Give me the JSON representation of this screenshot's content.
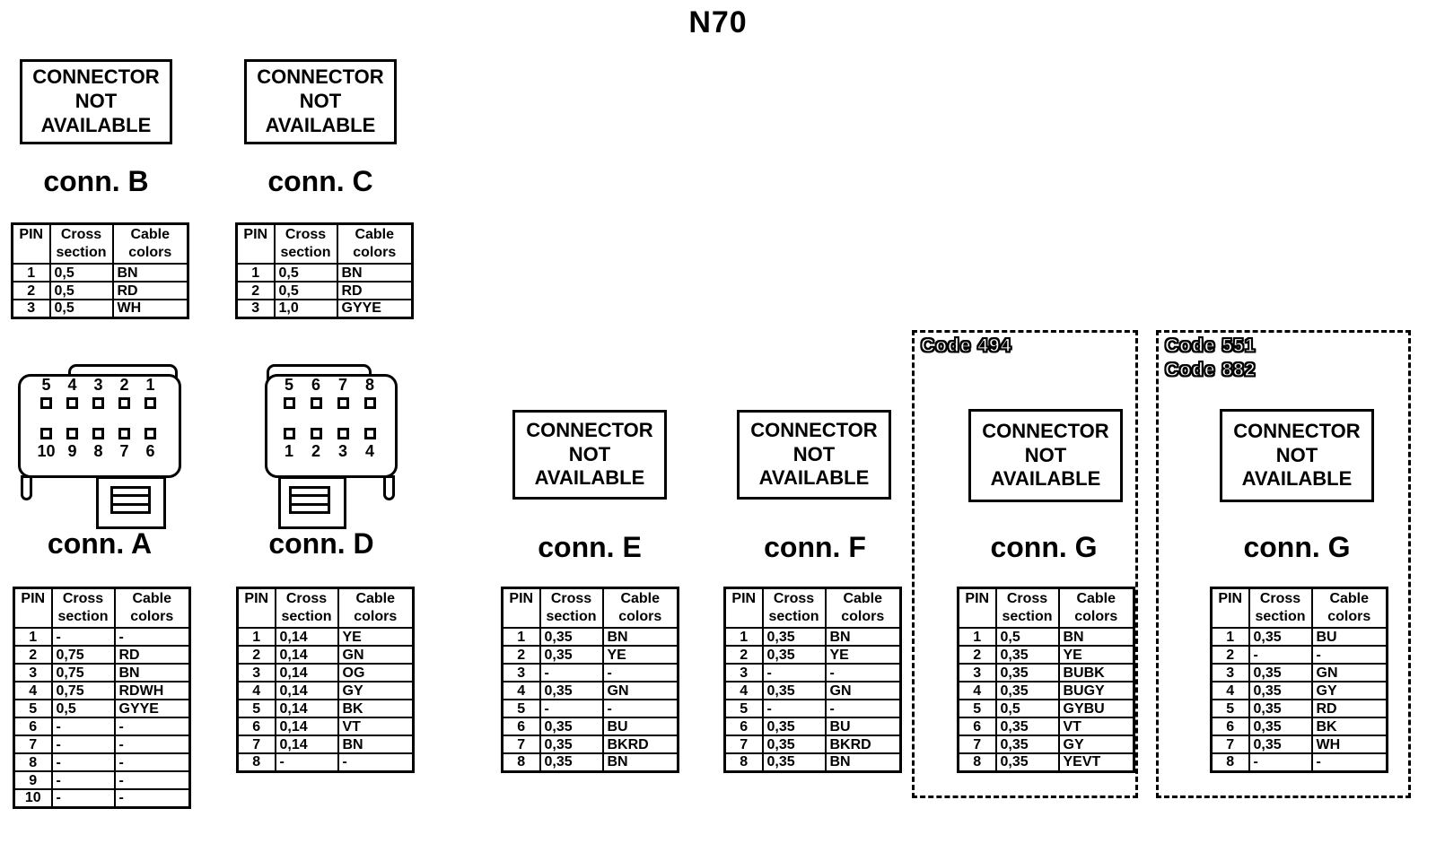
{
  "title": "N70",
  "common": {
    "not_available": "CONNECTOR\nNOT\nAVAILABLE",
    "headers": {
      "pin": "PIN",
      "cross": "Cross\nsection",
      "cable": "Cable\ncolors"
    }
  },
  "connectors": {
    "a": {
      "label": "conn. A",
      "pin_numbers_top": [
        "5",
        "4",
        "3",
        "2",
        "1"
      ],
      "pin_numbers_bottom": [
        "10",
        "9",
        "8",
        "7",
        "6"
      ],
      "rows": [
        [
          "1",
          "-",
          "-"
        ],
        [
          "2",
          "0,75",
          "RD"
        ],
        [
          "3",
          "0,75",
          "BN"
        ],
        [
          "4",
          "0,75",
          "RDWH"
        ],
        [
          "5",
          "0,5",
          "GYYE"
        ],
        [
          "6",
          "-",
          "-"
        ],
        [
          "7",
          "-",
          "-"
        ],
        [
          "8",
          "-",
          "-"
        ],
        [
          "9",
          "-",
          "-"
        ],
        [
          "10",
          "-",
          "-"
        ]
      ]
    },
    "b": {
      "label": "conn. B",
      "rows": [
        [
          "1",
          "0,5",
          "BN"
        ],
        [
          "2",
          "0,5",
          "RD"
        ],
        [
          "3",
          "0,5",
          "WH"
        ]
      ]
    },
    "c": {
      "label": "conn. C",
      "rows": [
        [
          "1",
          "0,5",
          "BN"
        ],
        [
          "2",
          "0,5",
          "RD"
        ],
        [
          "3",
          "1,0",
          "GYYE"
        ]
      ]
    },
    "d": {
      "label": "conn. D",
      "pin_numbers_top": [
        "5",
        "6",
        "7",
        "8"
      ],
      "pin_numbers_bottom": [
        "1",
        "2",
        "3",
        "4"
      ],
      "rows": [
        [
          "1",
          "0,14",
          "YE"
        ],
        [
          "2",
          "0,14",
          "GN"
        ],
        [
          "3",
          "0,14",
          "OG"
        ],
        [
          "4",
          "0,14",
          "GY"
        ],
        [
          "5",
          "0,14",
          "BK"
        ],
        [
          "6",
          "0,14",
          "VT"
        ],
        [
          "7",
          "0,14",
          "BN"
        ],
        [
          "8",
          "-",
          "-"
        ]
      ]
    },
    "e": {
      "label": "conn. E",
      "rows": [
        [
          "1",
          "0,35",
          "BN"
        ],
        [
          "2",
          "0,35",
          "YE"
        ],
        [
          "3",
          "-",
          "-"
        ],
        [
          "4",
          "0,35",
          "GN"
        ],
        [
          "5",
          "-",
          "-"
        ],
        [
          "6",
          "0,35",
          "BU"
        ],
        [
          "7",
          "0,35",
          "BKRD"
        ],
        [
          "8",
          "0,35",
          "BN"
        ]
      ]
    },
    "f": {
      "label": "conn. F",
      "rows": [
        [
          "1",
          "0,35",
          "BN"
        ],
        [
          "2",
          "0,35",
          "YE"
        ],
        [
          "3",
          "-",
          "-"
        ],
        [
          "4",
          "0,35",
          "GN"
        ],
        [
          "5",
          "-",
          "-"
        ],
        [
          "6",
          "0,35",
          "BU"
        ],
        [
          "7",
          "0,35",
          "BKRD"
        ],
        [
          "8",
          "0,35",
          "BN"
        ]
      ]
    },
    "g1": {
      "label": "conn. G",
      "codes": [
        "Code 494"
      ],
      "rows": [
        [
          "1",
          "0,5",
          "BN"
        ],
        [
          "2",
          "0,35",
          "YE"
        ],
        [
          "3",
          "0,35",
          "BUBK"
        ],
        [
          "4",
          "0,35",
          "BUGY"
        ],
        [
          "5",
          "0,5",
          "GYBU"
        ],
        [
          "6",
          "0,35",
          "VT"
        ],
        [
          "7",
          "0,35",
          "GY"
        ],
        [
          "8",
          "0,35",
          "YEVT"
        ]
      ]
    },
    "g2": {
      "label": "conn. G",
      "codes": [
        "Code 551",
        "Code 882"
      ],
      "rows": [
        [
          "1",
          "0,35",
          "BU"
        ],
        [
          "2",
          "-",
          "-"
        ],
        [
          "3",
          "0,35",
          "GN"
        ],
        [
          "4",
          "0,35",
          "GY"
        ],
        [
          "5",
          "0,35",
          "RD"
        ],
        [
          "6",
          "0,35",
          "BK"
        ],
        [
          "7",
          "0,35",
          "WH"
        ],
        [
          "8",
          "-",
          "-"
        ]
      ]
    }
  }
}
